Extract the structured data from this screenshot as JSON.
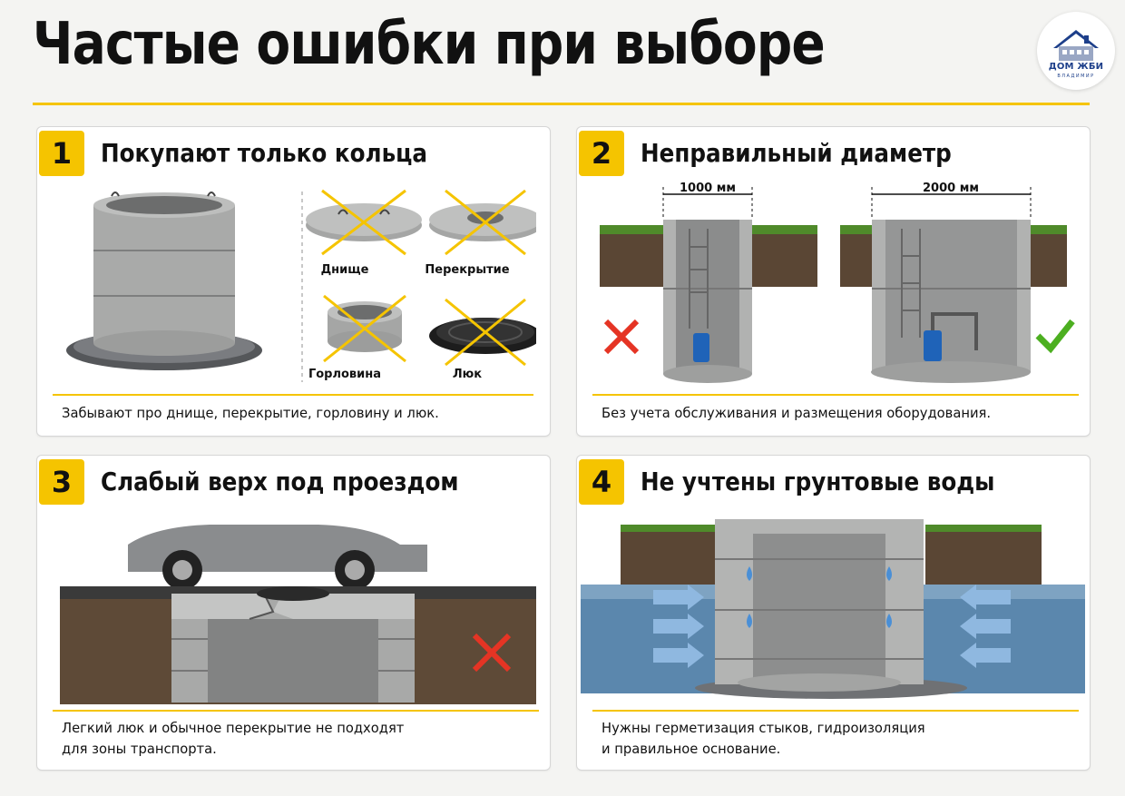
{
  "page": {
    "title": "Частые ошибки при выборе"
  },
  "logo": {
    "name": "ДОМ ЖБИ",
    "city": "ВЛАДИМИР"
  },
  "cards": [
    {
      "number": "1",
      "title": "Покупают только кольца",
      "parts": [
        "Днище",
        "Перекрытие",
        "Горловина",
        "Люк"
      ],
      "caption": "Забывают про днище, перекрытие, горловину и люк."
    },
    {
      "number": "2",
      "title": "Неправильный диаметр",
      "dim_small": "1000 мм",
      "dim_large": "2000 мм",
      "caption": "Без учета обслуживания и размещения оборудования."
    },
    {
      "number": "3",
      "title": "Слабый верх под проездом",
      "caption_line1": "Легкий люк и обычное перекрытие не подходят",
      "caption_line2": "для зоны транспорта."
    },
    {
      "number": "4",
      "title": "Не учтены грунтовые воды",
      "caption_line1": "Нужны герметизация стыков, гидроизоляция",
      "caption_line2": "и правильное основание."
    }
  ],
  "colors": {
    "accent": "#f5c400",
    "cross": "#e53424",
    "check": "#4caf20",
    "brand": "#1d3f8a"
  }
}
